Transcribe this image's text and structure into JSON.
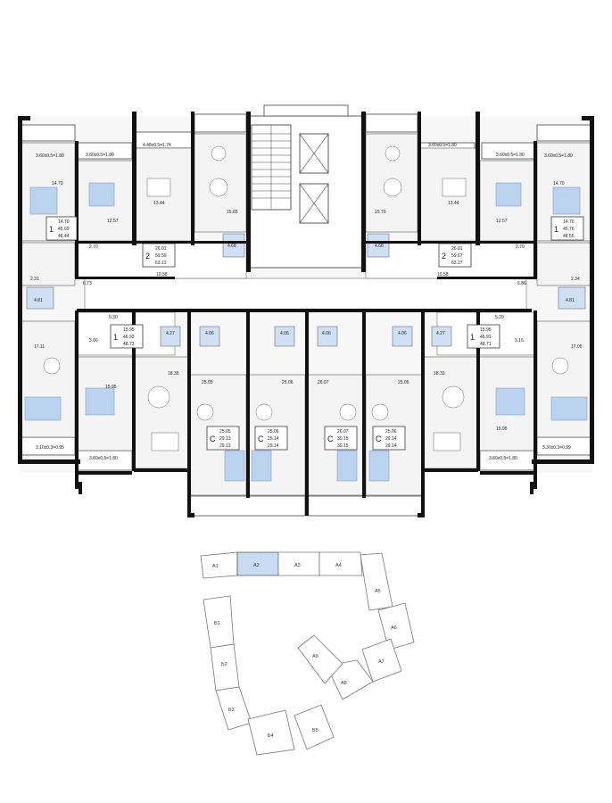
{
  "apartments": [
    {
      "id": "apt-left-top-2",
      "rooms": "2",
      "values": [
        "26.01",
        "59.59",
        "63.13"
      ]
    },
    {
      "id": "apt-right-top-2",
      "rooms": "2",
      "values": [
        "26.01",
        "59.67",
        "63.27"
      ]
    },
    {
      "id": "apt-left-corner-1",
      "rooms": "1",
      "values": [
        "14.70",
        "45.69",
        "48.44"
      ]
    },
    {
      "id": "apt-right-corner-1",
      "rooms": "1",
      "values": [
        "14.70",
        "45.76",
        "48.55"
      ]
    },
    {
      "id": "apt-left-mid-1",
      "rooms": "1",
      "values": [
        "15.95",
        "46.93",
        "48.73"
      ]
    },
    {
      "id": "apt-right-mid-1",
      "rooms": "1",
      "values": [
        "15.95",
        "46.91",
        "48.71"
      ]
    },
    {
      "id": "studio-1",
      "rooms": "C",
      "values": [
        "25.05",
        "29.13",
        "29.13"
      ]
    },
    {
      "id": "studio-2",
      "rooms": "C",
      "values": [
        "25.06",
        "29.14",
        "29.14"
      ]
    },
    {
      "id": "studio-3",
      "rooms": "C",
      "values": [
        "26.07",
        "30.15",
        "30.15"
      ]
    },
    {
      "id": "studio-4",
      "rooms": "C",
      "values": [
        "25.06",
        "29.14",
        "29.14"
      ]
    }
  ],
  "room_labels": {
    "balcony_lt": "3.60x0.5=1.80",
    "balcony_lt2": "3.60x0.5=1.80",
    "balcony_lt3": "4.48x0.5=1.74",
    "balcony_rt": "3.60x0.5=1.80",
    "balcony_rt2": "3.60x0.5=1.80",
    "balcony_rt3": "3.60x0.5=1.80",
    "balcony_lb": "3.10x0.3=0.95",
    "balcony_lb2": "3.60x0.5=1.80",
    "balcony_rb": "3.60x0.5=1.80",
    "balcony_rb2": "3.30x0.3=0.99",
    "r_1470a": "14.70",
    "r_1257a": "12.57",
    "r_1344a": "13.44",
    "r_1565a": "15.65",
    "r_468a": "4.68",
    "r_1058a": "10.58",
    "r_270a": "2.70",
    "r_1570b": "15.70",
    "r_1344b": "13.44",
    "r_1257b": "12.57",
    "r_1470b": "14.70",
    "r_468b": "4.68",
    "r_1058b": "10.58",
    "r_270b": "2.70",
    "r_231": "2.31",
    "r_234": "2.34",
    "r_481a": "4.81",
    "r_481b": "4.81",
    "r_673": "6.73",
    "r_686": "6.86",
    "r_530": "5.30",
    "r_520": "5.20",
    "r_427a": "4.27",
    "r_406a": "4.06",
    "r_406b": "4.06",
    "r_406c": "4.06",
    "r_406d": "4.06",
    "r_427b": "4.27",
    "r_306": "3.06",
    "r_316": "3.16",
    "r_1711": "17.11",
    "r_1705": "17.05",
    "r_1595a": "15.95",
    "r_1595b": "15.95",
    "r_1835": "18.35",
    "r_1833": "18.33",
    "r_2505a": "25.05",
    "r_2506a": "25.06",
    "r_2607": "26.07",
    "r_2506b": "25.06"
  },
  "key_plan": {
    "sections": [
      {
        "label": "A1",
        "active": false
      },
      {
        "label": "A2",
        "active": true
      },
      {
        "label": "A3",
        "active": false
      },
      {
        "label": "A4",
        "active": false
      },
      {
        "label": "A5",
        "active": false
      },
      {
        "label": "A6",
        "active": false
      },
      {
        "label": "A7",
        "active": false
      },
      {
        "label": "A8",
        "active": false
      },
      {
        "label": "A9",
        "active": false
      },
      {
        "label": "Б1",
        "active": false
      },
      {
        "label": "Б2",
        "active": false
      },
      {
        "label": "Б3",
        "active": false
      },
      {
        "label": "Б4",
        "active": false
      },
      {
        "label": "Б5",
        "active": false
      }
    ]
  },
  "colors": {
    "accent_blue": "#cfe0f5",
    "active_section": "#c9dbf3",
    "wall": "#111111"
  }
}
